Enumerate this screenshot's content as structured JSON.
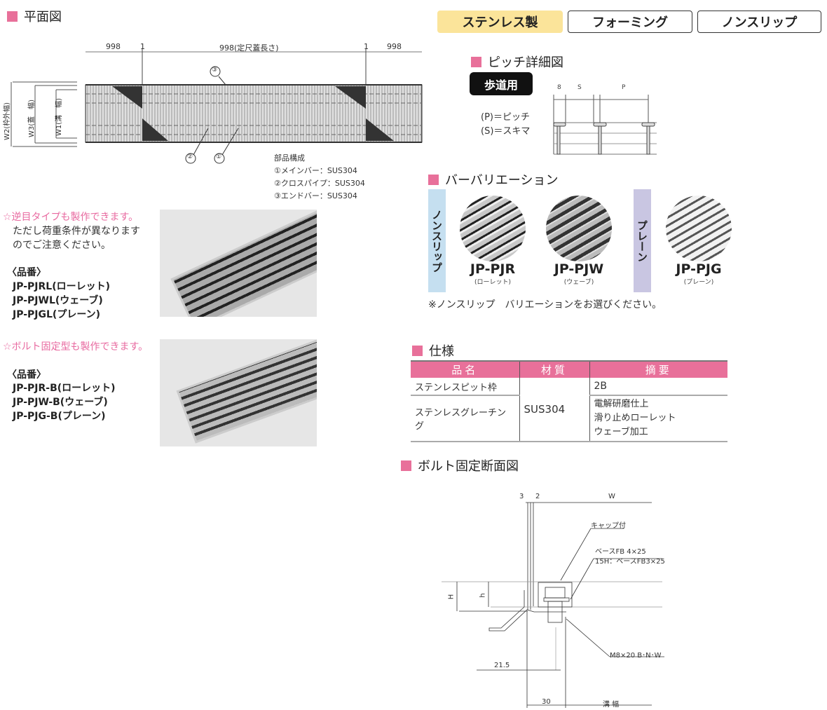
{
  "plan": {
    "title": "平面図",
    "dim_left": "998",
    "dim_gap1": "1",
    "dim_center": "998(定尺蓋長さ)",
    "dim_gap2": "1",
    "dim_right": "998",
    "w2": "W2(枠外幅)",
    "w3": "W3(蓋　幅)",
    "w1": "W1(溝　幅)",
    "callouts": [
      "①",
      "②",
      "③"
    ],
    "parts_title": "部品構成",
    "parts": [
      "①メインバー：SUS304",
      "②クロスパイプ：SUS304",
      "③エンドバー：SUS304"
    ]
  },
  "tabs": [
    {
      "label": "ステンレス製",
      "active": true
    },
    {
      "label": "フォーミング",
      "active": false
    },
    {
      "label": "ノンスリップ",
      "active": false
    }
  ],
  "pitch": {
    "title": "ピッチ詳細図",
    "badge": "歩道用",
    "legend_p": "(P)＝ピッチ",
    "legend_s": "(S)＝スキマ",
    "dim_8": "8",
    "dim_s": "S",
    "dim_p": "P"
  },
  "variation": {
    "title": "バーバリエーション",
    "band_nonslip": "ノンスリップ",
    "band_plain": "プレーン",
    "items": [
      {
        "model": "JP-PJR",
        "sub": "(ローレット)"
      },
      {
        "model": "JP-PJW",
        "sub": "(ウェーブ)"
      },
      {
        "model": "JP-PJG",
        "sub": "(プレーン)"
      }
    ],
    "note": "※ノンスリップ　バリエーションをお選びください。"
  },
  "reverse": {
    "headline": "☆逆目タイプも製作できます。",
    "line1": "ただし荷重条件が異なります",
    "line2": "のでご注意ください。",
    "label": "〈品番〉",
    "items": [
      "JP-PJRL(ローレット)",
      "JP-PJWL(ウェーブ)",
      "JP-PJGL(プレーン)"
    ]
  },
  "bolt": {
    "headline": "☆ボルト固定型も製作できます。",
    "label": "〈品番〉",
    "items": [
      "JP-PJR-B(ローレット)",
      "JP-PJW-B(ウェーブ)",
      "JP-PJG-B(プレーン)"
    ]
  },
  "spec": {
    "title": "仕様",
    "headers": [
      "品名",
      "材質",
      "摘要"
    ],
    "row1_name": "ステンレスピット枠",
    "row2_name": "ステンレスグレーチング",
    "material": "SUS304",
    "row1_note": "2B",
    "row2_notes": [
      "電解研磨仕上",
      "滑り止めローレット",
      "ウェーブ加工"
    ]
  },
  "section": {
    "title": "ボルト固定断面図",
    "dim_3": "3",
    "dim_2": "2",
    "dim_w": "W",
    "cap": "キャップ付",
    "base1": "ベースFB 4×25",
    "base2": "15H：ベースFB3×25",
    "H": "H",
    "h": "h",
    "bolt": "M8×20 B･N･W",
    "dim_215": "21.5",
    "dim_30": "30",
    "groove": "溝 幅"
  },
  "colors": {
    "accent": "#e8709a",
    "tab_active": "#fbe49a",
    "band_nonslip": "#c5dff0",
    "band_plain": "#c9c6e2"
  }
}
